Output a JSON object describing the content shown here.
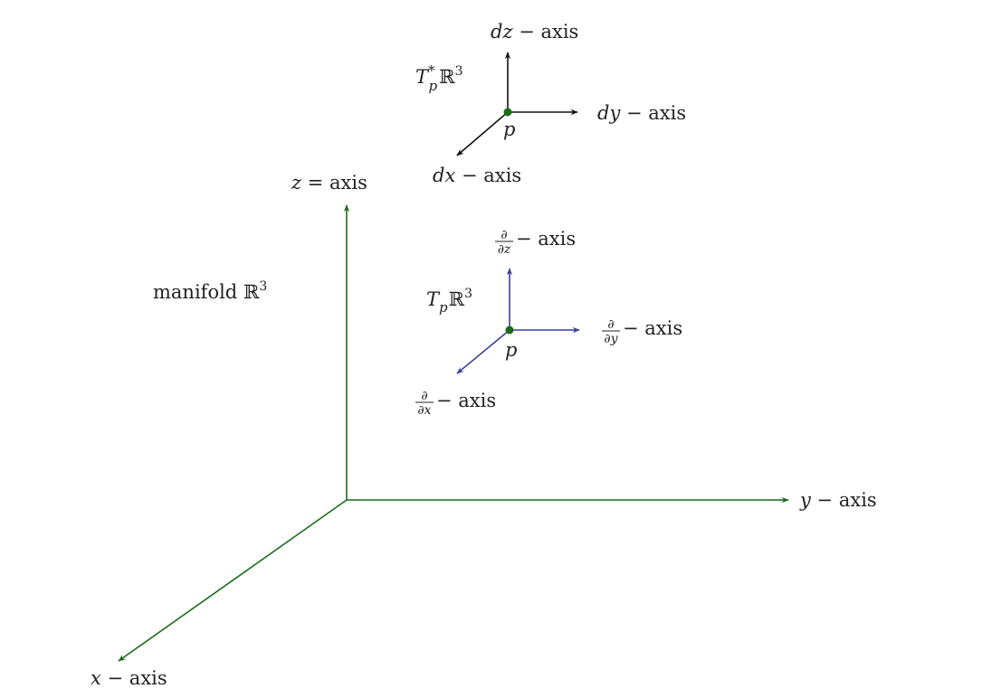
{
  "colors": {
    "manifold_axes": "#1a6b1a",
    "cotangent_axes": "#111111",
    "tangent_axes": "#3a3f9a",
    "point": "#1a6b1a",
    "text": "#222222"
  },
  "manifold": {
    "label": "manifold",
    "space": "ℝ",
    "space_exp": "3",
    "x_axis": {
      "var": "x",
      "sep": " − ",
      "word": "axis"
    },
    "y_axis": {
      "var": "y",
      "sep": " − ",
      "word": "axis"
    },
    "z_axis": {
      "var": "z",
      "sep": " = ",
      "word": "axis"
    }
  },
  "cotangent_space": {
    "T": "T",
    "star": "*",
    "sub": "p",
    "space": "ℝ",
    "exp": "3",
    "point": "p",
    "dx_axis": {
      "var": "dx",
      "sep": " − ",
      "word": "axis"
    },
    "dy_axis": {
      "var": "dy",
      "sep": " − ",
      "word": "axis"
    },
    "dz_axis": {
      "var": "dz",
      "sep": " − ",
      "word": "axis"
    }
  },
  "tangent_space": {
    "T": "T",
    "sub": "p",
    "space": "ℝ",
    "exp": "3",
    "point": "p",
    "partial_x_axis": {
      "num": "∂",
      "den": "∂x",
      "sep": " − ",
      "word": "axis"
    },
    "partial_y_axis": {
      "num": "∂",
      "den": "∂y",
      "sep": " − ",
      "word": "axis"
    },
    "partial_z_axis": {
      "num": "∂",
      "den": "∂z",
      "sep": " − ",
      "word": "axis"
    }
  }
}
